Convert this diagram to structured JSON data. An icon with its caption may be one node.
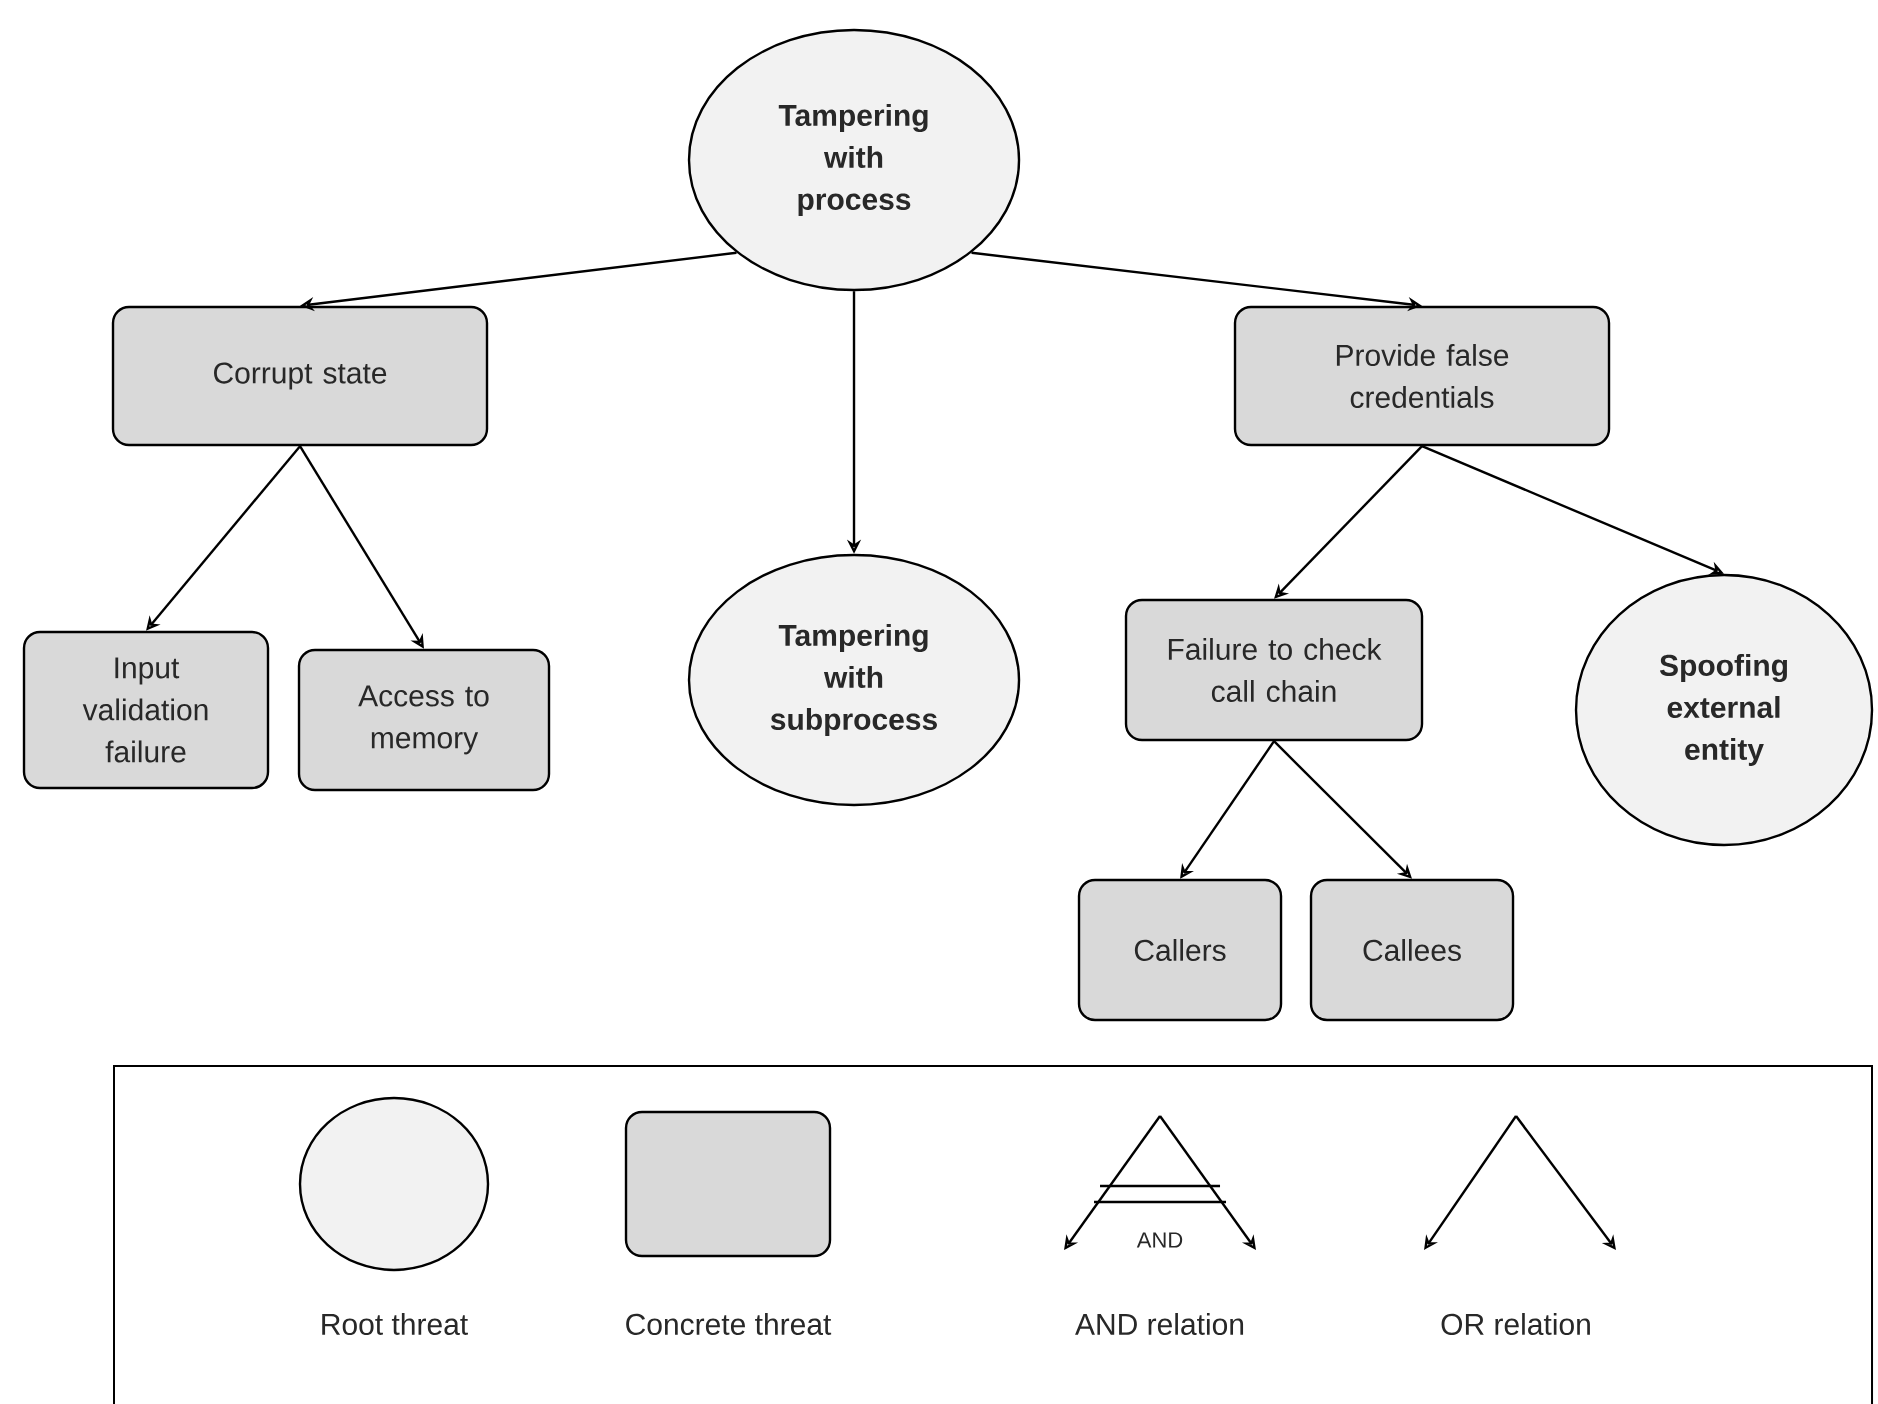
{
  "diagram": {
    "nodes": [
      {
        "text": [
          "Tampering with process"
        ]
      },
      {
        "text": [
          "Corrupt state"
        ]
      },
      {
        "text": [
          "Tampering with subprocess"
        ]
      },
      {
        "text": [
          "Provide false credentials"
        ]
      },
      {
        "text": [
          "Input validation failure"
        ]
      },
      {
        "text": [
          "Access to memory"
        ]
      },
      {
        "text": [
          "Failure to check call chain"
        ]
      },
      {
        "text": [
          "Spoofing external entity"
        ]
      },
      {
        "text": [
          "Callers"
        ]
      },
      {
        "text": [
          "Callees"
        ]
      },
      {
        "text": [],
        "shape": "circle"
      },
      {
        "text": [],
        "shape": "box"
      }
    ],
    "edges": [
      {
        "from": 0,
        "to": 1,
        "arrow": "to"
      },
      {
        "from": 0,
        "to": 2,
        "arrow": "to"
      },
      {
        "from": 0,
        "to": 3,
        "arrow": "to"
      },
      {
        "from": 1,
        "to": 4,
        "arrow": "to"
      },
      {
        "from": 1,
        "to": 5,
        "arrow": "to"
      },
      {
        "from": 3,
        "to": 6,
        "arrow": "to"
      },
      {
        "from": 3,
        "to": 7,
        "arrow": "to"
      },
      {
        "from": 6,
        "to": 8,
        "arrow": "to"
      },
      {
        "from": 6,
        "to": 9,
        "arrow": "to"
      }
    ],
    "labels": [
      "AND"
    ],
    "legend": [
      {
        "text": "Root threat"
      },
      {
        "text": "Concrete threat"
      },
      {
        "text": "AND relation"
      },
      {
        "text": "OR relation"
      }
    ]
  }
}
